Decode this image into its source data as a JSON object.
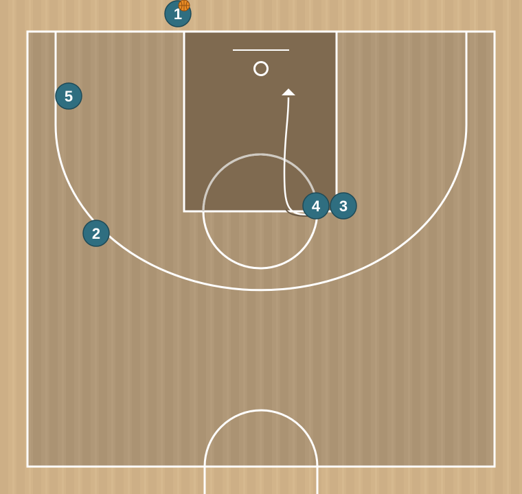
{
  "colors": {
    "outer_wood": "#d2b48a",
    "court_wood": "#b09878",
    "paint": "#7f6a50",
    "lines": "#ffffff",
    "player_fill": "#2f6e80",
    "player_stroke": "#1e4a57",
    "player_text": "#ffffff",
    "ball": "#e98b24",
    "arrow": "#ffffff"
  },
  "players": [
    {
      "id": "player-1",
      "label": "1",
      "has_ball": true
    },
    {
      "id": "player-2",
      "label": "2",
      "has_ball": false
    },
    {
      "id": "player-3",
      "label": "3",
      "has_ball": false
    },
    {
      "id": "player-4",
      "label": "4",
      "has_ball": false
    },
    {
      "id": "player-5",
      "label": "5",
      "has_ball": false
    }
  ],
  "icons": {
    "ball": "basketball-icon",
    "movement": "cut-arrow"
  }
}
